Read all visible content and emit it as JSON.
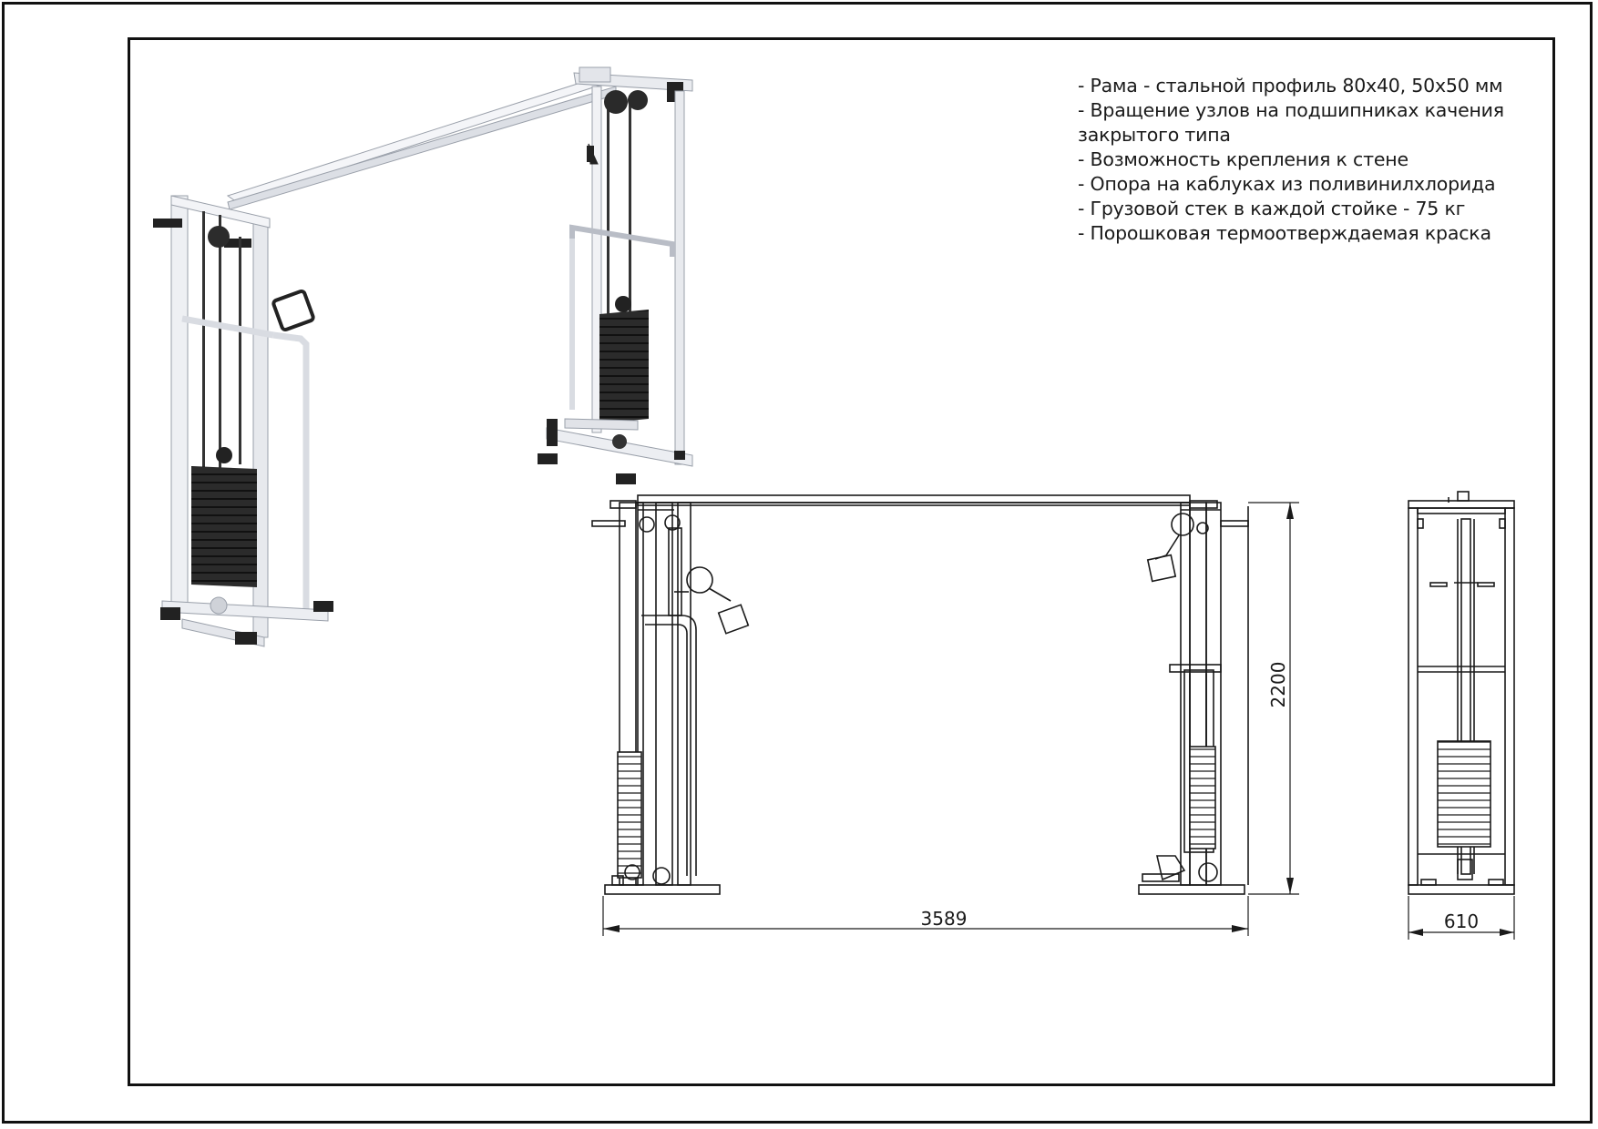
{
  "specs": [
    "- Рама - стальной профиль 80x40, 50x50 мм",
    "- Вращение узлов на подшипниках качения закрытого типа",
    "- Возможность крепления к стене",
    "- Опора на каблуках из поливинилхлорида",
    "- Грузовой стек в каждой стойке - 75 кг",
    "- Порошковая термоотверждаемая краска"
  ],
  "dimensions": {
    "width": "3589",
    "height": "2200",
    "depth": "610"
  },
  "colors": {
    "frame": "#eceef2",
    "frame_shade": "#c9ccd3",
    "weights": "#2b2b2b",
    "line": "#1a1a1a"
  }
}
